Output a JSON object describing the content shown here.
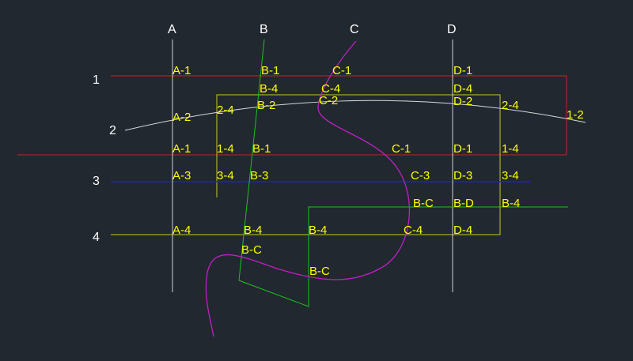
{
  "colors": {
    "background": "#212830",
    "axis_vertical": "#d0d0d0",
    "grid_1": "#cc2020",
    "grid_2": "#d8d8d8",
    "grid_3": "#2020d0",
    "grid_4": "#d8d820",
    "boundary_yellow": "#c8c81e",
    "curve_B": "#20c020",
    "curve_C": "#c020c0",
    "text_yellow": "#ffff00",
    "text_white": "#ffffff"
  },
  "axes_vertical": [
    {
      "id": "A",
      "label": "A"
    },
    {
      "id": "B",
      "label": "B"
    },
    {
      "id": "C",
      "label": "C"
    },
    {
      "id": "D",
      "label": "D"
    }
  ],
  "axes_horizontal": [
    {
      "id": "1",
      "label": "1"
    },
    {
      "id": "2",
      "label": "2"
    },
    {
      "id": "3",
      "label": "3"
    },
    {
      "id": "4",
      "label": "4"
    }
  ],
  "intersection_labels": [
    "A-1",
    "B-1",
    "C-1",
    "D-1",
    "B-4",
    "C-4",
    "D-4",
    "2-4",
    "B-2",
    "C-2",
    "D-2",
    "2-4",
    "1-2",
    "A-2",
    "A-1",
    "1-4",
    "B-1",
    "C-1",
    "D-1",
    "1-4",
    "A-3",
    "3-4",
    "B-3",
    "C-3",
    "D-3",
    "3-4",
    "B-C",
    "B-D",
    "B-4",
    "A-4",
    "B-4",
    "B-4",
    "C-4",
    "D-4",
    "B-C",
    "B-C"
  ]
}
